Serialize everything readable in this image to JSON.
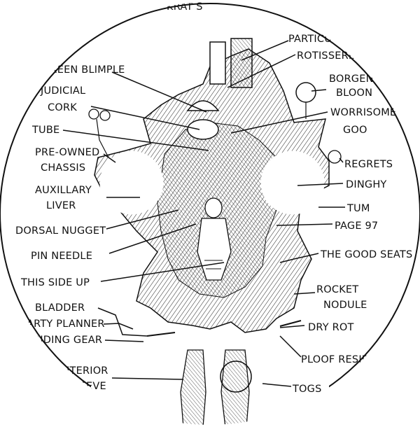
{
  "figure": {
    "top_fragment": "KRAT  S",
    "labels": {
      "particu": "PARTICU",
      "rotisserie": "ROTISSERIE",
      "borgen_bloon_1": "BORGEN",
      "borgen_bloon_2": "BLOON",
      "worrisome_goo_1": "WORRISOME",
      "worrisome_goo_2": "GOO",
      "regrets": "REGRETS",
      "dinghy": "DINGHY",
      "tum": "TUM",
      "page_97": "PAGE 97",
      "the_good_seats": "THE GOOD SEATS",
      "rocket_nodule_1": "ROCKET",
      "rocket_nodule_2": "NODULE",
      "dry_rot": "DRY ROT",
      "ploof_residue": "PLOOF RESIDUE",
      "togs": "TOGS",
      "green_blimple": "GREEN BLIMPLE",
      "judicial_cork_1": "JUDICIAL",
      "judicial_cork_2": "CORK",
      "tube": "TUBE",
      "pre_owned_chassis_1": "PRE-OWNED",
      "pre_owned_chassis_2": "CHASSIS",
      "auxillary_liver_1": "AUXILLARY",
      "auxillary_liver_2": "LIVER",
      "dorsal_nugget": "DORSAL NUGGET",
      "pin_needle": "PIN NEEDLE",
      "this_side_up": "THIS SIDE UP",
      "bladder": "BLADDER",
      "party_planner": "PARTY PLANNER",
      "landing_gear": "LANDING GEAR",
      "interior_sleeve_1": "INTERIOR",
      "interior_sleeve_2": "SLEEVE"
    }
  },
  "colors": {
    "ink": "#111111",
    "paper": "#ffffff",
    "fill": "#dcdcdc"
  }
}
